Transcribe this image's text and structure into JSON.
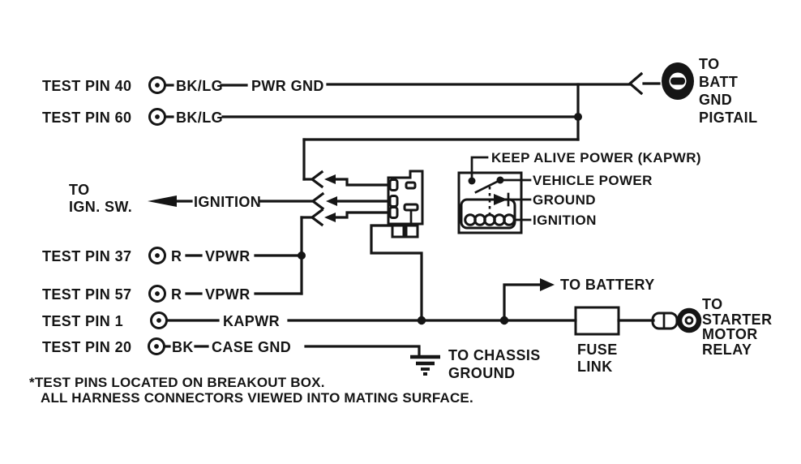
{
  "colors": {
    "ink": "#151515",
    "paper": "#ffffff"
  },
  "pins": {
    "pin40": {
      "label": "TEST PIN 40",
      "wire": "BK/LG",
      "signal": "PWR GND"
    },
    "pin60": {
      "label": "TEST PIN 60",
      "wire": "BK/LG"
    },
    "pin37": {
      "label": "TEST PIN 37",
      "wire": "R",
      "signal": "VPWR"
    },
    "pin57": {
      "label": "TEST PIN 57",
      "wire": "R",
      "signal": "VPWR"
    },
    "pin1": {
      "label": "TEST PIN 1",
      "signal": "KAPWR"
    },
    "pin20": {
      "label": "TEST PIN 20",
      "wire": "BK",
      "signal": "CASE GND"
    }
  },
  "destinations": {
    "ign_switch": [
      "TO",
      "IGN. SW."
    ],
    "ignition_wire": "IGNITION",
    "batt_gnd_pigtail": [
      "TO",
      "BATT",
      "GND",
      "PIGTAIL"
    ],
    "battery": "TO BATTERY",
    "chassis_ground": [
      "TO CHASSIS",
      "GROUND"
    ],
    "starter_motor_relay": [
      "TO",
      "STARTER",
      "MOTOR",
      "RELAY"
    ]
  },
  "relay_legend": {
    "keep_alive_power": "KEEP ALIVE POWER (KAPWR)",
    "vehicle_power": "VEHICLE POWER",
    "ground": "GROUND",
    "ignition": "IGNITION"
  },
  "fuse_link": [
    "FUSE",
    "LINK"
  ],
  "notes": [
    "*TEST PINS LOCATED ON BREAKOUT BOX.",
    "ALL HARNESS CONNECTORS VIEWED INTO MATING SURFACE."
  ]
}
